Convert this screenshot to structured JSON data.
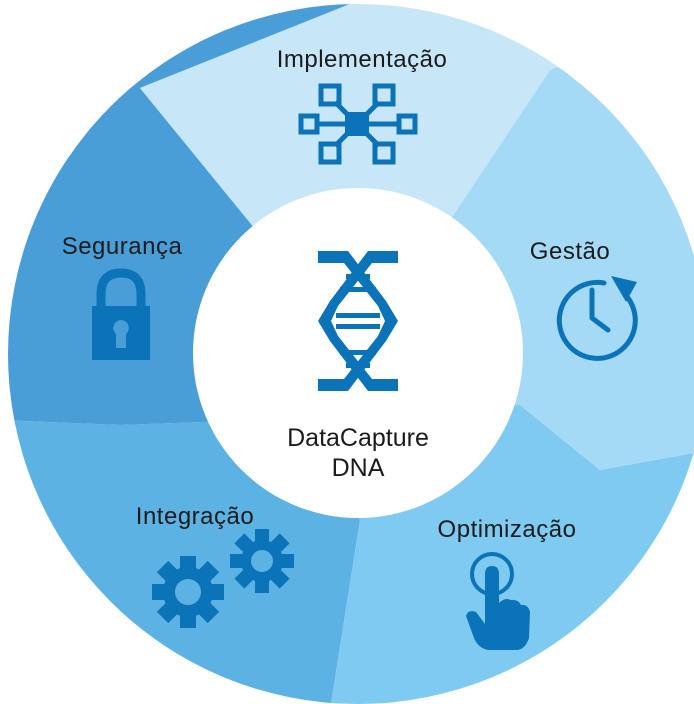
{
  "center": {
    "icon": "dna-icon",
    "line1": "DataCapture",
    "line2": "DNA"
  },
  "segments": [
    {
      "label": "Implementação",
      "icon": "network-hub-icon",
      "color": "#C7E6F8"
    },
    {
      "label": "Gestão",
      "icon": "clock-refresh-icon",
      "color": "#A4DAF6"
    },
    {
      "label": "Optimização",
      "icon": "touch-hand-icon",
      "color": "#7ECAF1"
    },
    {
      "label": "Integração",
      "icon": "gears-icon",
      "color": "#5BB2E3"
    },
    {
      "label": "Segurança",
      "icon": "padlock-icon",
      "color": "#4A9ED8"
    }
  ],
  "colors": {
    "icon": "#0B73B7",
    "text": "#1B1B1B",
    "center_fill": "#FFFFFF"
  }
}
